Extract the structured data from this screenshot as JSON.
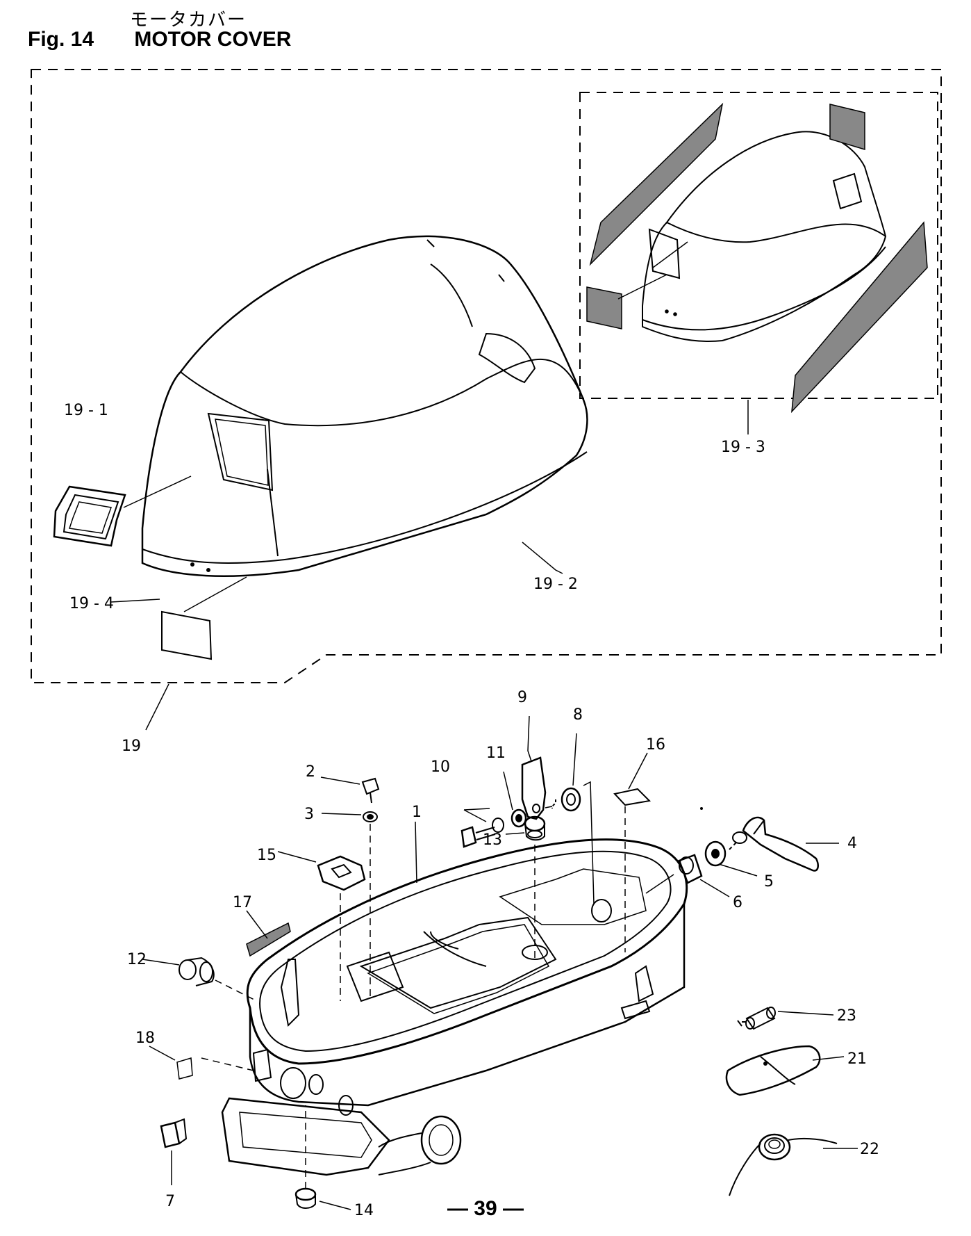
{
  "header": {
    "jp_title": "モータカバー",
    "fig_label": "Fig. 14",
    "fig_title": "MOTOR COVER"
  },
  "callouts": {
    "c19_1": "19 - 1",
    "c19_2": "19 - 2",
    "c19_3": "19 - 3",
    "c19_4": "19 - 4",
    "c19": "19",
    "c1": "1",
    "c2": "2",
    "c3": "3",
    "c4": "4",
    "c5": "5",
    "c6": "6",
    "c7": "7",
    "c8": "8",
    "c9": "9",
    "c10": "10",
    "c11": "11",
    "c12": "12",
    "c13": "13",
    "c14": "14",
    "c15": "15",
    "c16": "16",
    "c17": "17",
    "c18": "18",
    "c21": "21",
    "c22": "22",
    "c23": "23"
  },
  "footer": {
    "page": "— 39 —"
  }
}
